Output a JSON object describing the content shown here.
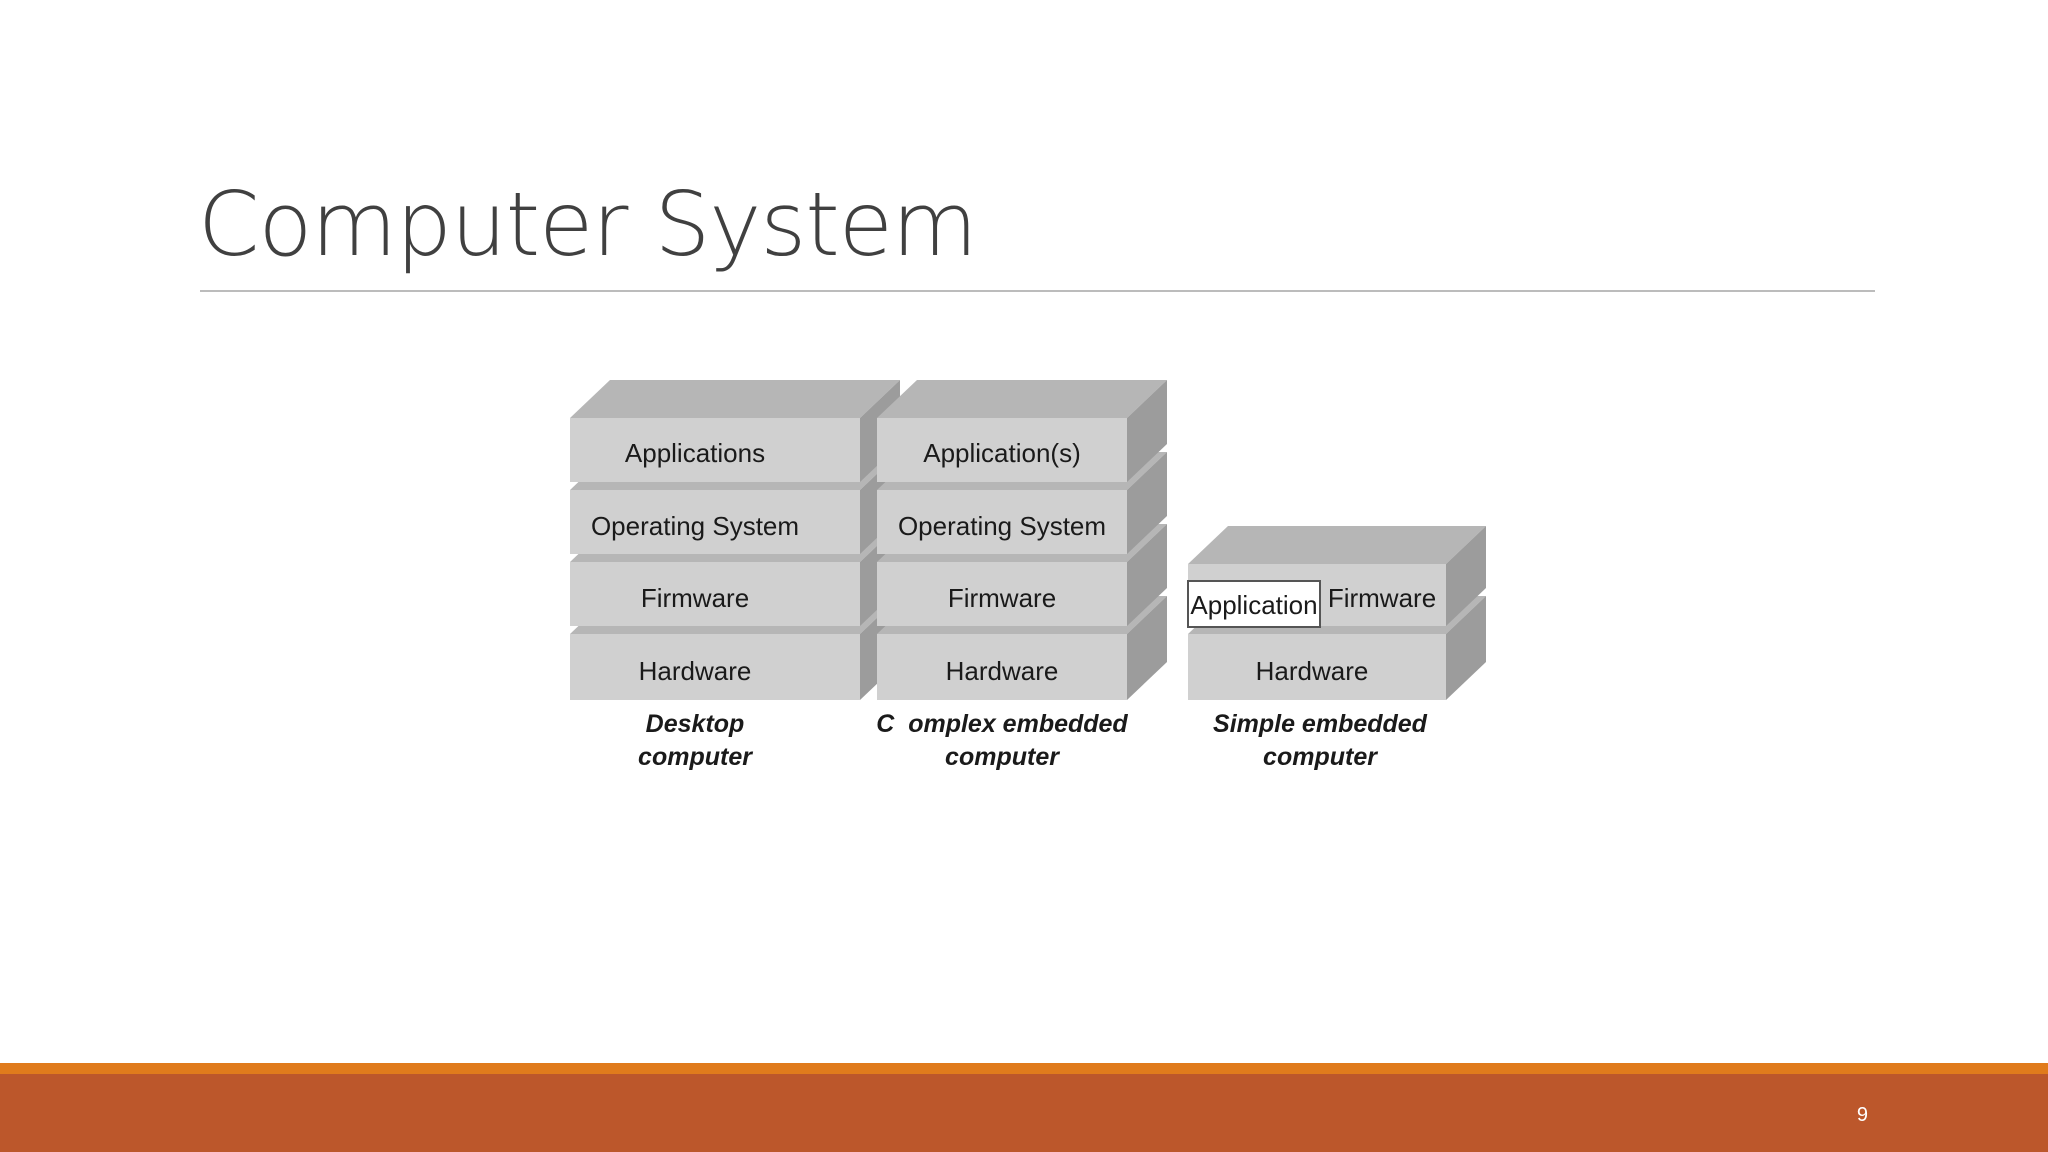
{
  "slide": {
    "title": "Computer System",
    "page_number": "9"
  },
  "colors": {
    "footer_bar": "#bc572b",
    "footer_accent": "#e07b1c",
    "block_front": "#d0d0d0",
    "block_top": "#b6b6b6",
    "block_side": "#9c9c9c"
  },
  "diagram": {
    "stacks": [
      {
        "layers": [
          "Applications",
          "Operating System",
          "Firmware",
          "Hardware"
        ],
        "caption": [
          "Desktop",
          "computer"
        ]
      },
      {
        "layers": [
          "Application(s)",
          "Operating System",
          "Firmware",
          "Hardware"
        ],
        "caption": [
          "C  omplex embedded",
          "computer"
        ]
      },
      {
        "top_layer": {
          "boxed_label": "Application",
          "label": "Firmware"
        },
        "layers": [
          "Hardware"
        ],
        "caption": [
          "Simple embedded",
          "computer"
        ]
      }
    ]
  }
}
